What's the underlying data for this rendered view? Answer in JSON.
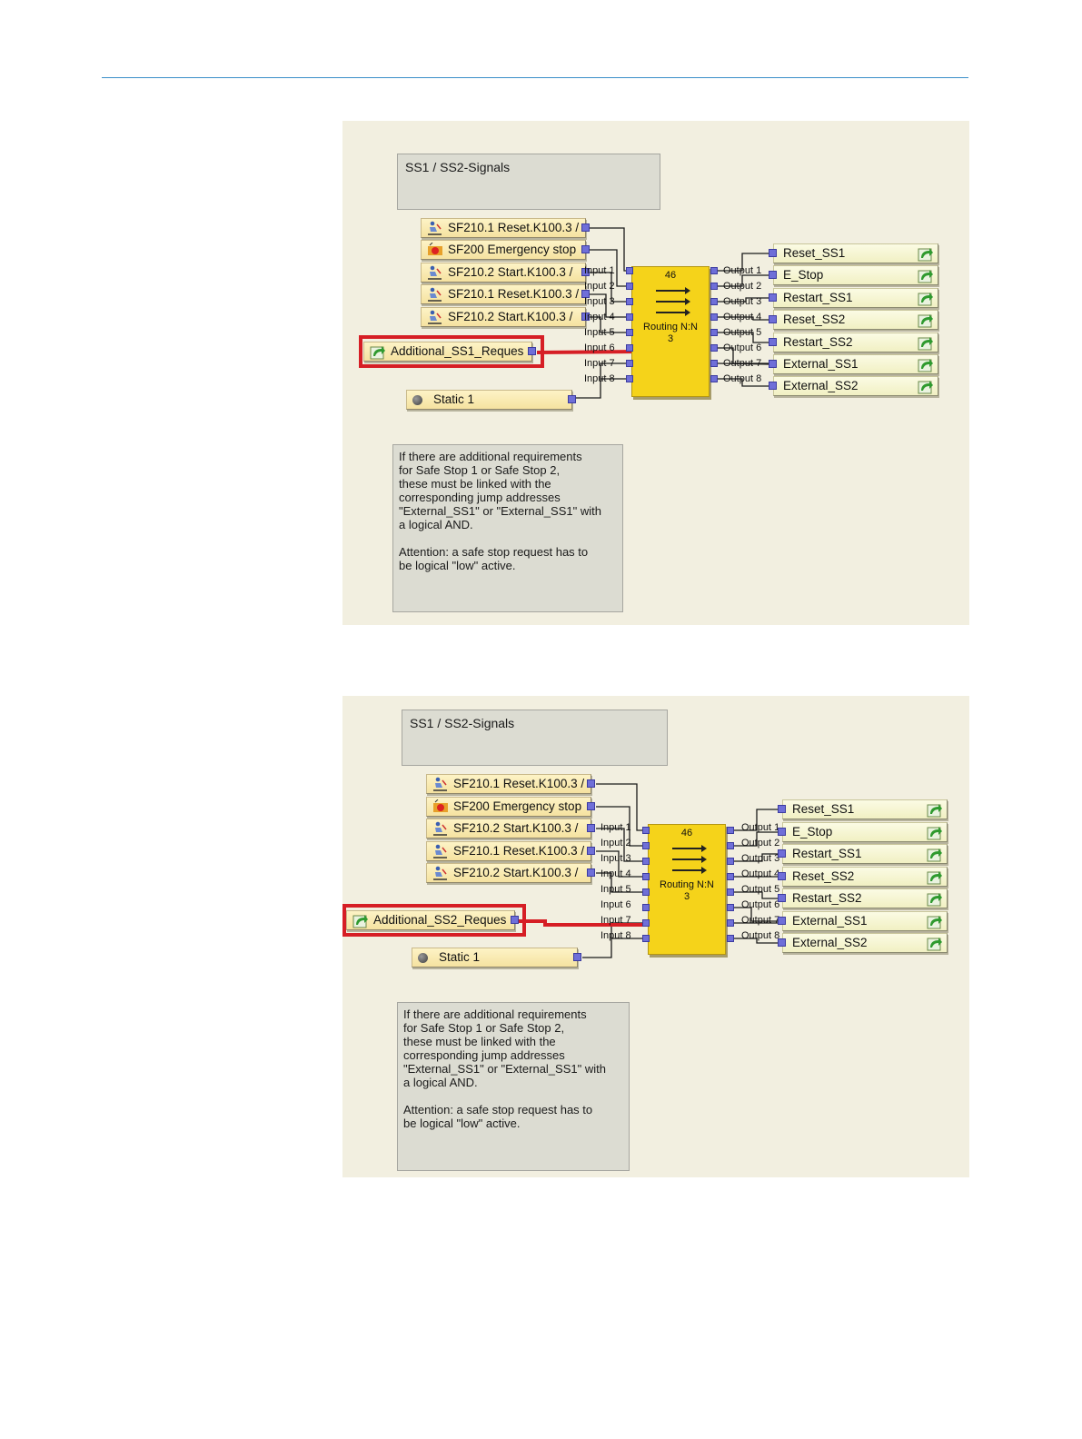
{
  "diagrams": [
    {
      "group_title": "SS1 / SS2-Signals",
      "inputs": [
        "SF210.1 Reset.K100.3 /",
        "SF200 Emergency stop",
        "SF210.2 Start.K100.3 /",
        "SF210.1 Reset.K100.3 /",
        "SF210.2 Start.K100.3 /"
      ],
      "additional": "Additional_SS1_Reques",
      "static": "Static 1",
      "block_number": "46",
      "block_name": "Routing N:N",
      "block_sub": "3",
      "input_ports": [
        "Input 1",
        "Input 2",
        "Input 3",
        "Input 4",
        "Input 5",
        "Input 6",
        "Input 7",
        "Input 8"
      ],
      "output_ports": [
        "Output 1",
        "Output 2",
        "Output 3",
        "Output 4",
        "Output 5",
        "Output 6",
        "Output 7",
        "Output 8"
      ],
      "outputs": [
        "Reset_SS1",
        "E_Stop",
        "Restart_SS1",
        "Reset_SS2",
        "Restart_SS2",
        "External_SS1",
        "External_SS2"
      ],
      "comment": "If there are additional requirements\nfor Safe Stop 1 or Safe Stop 2,\nthese must be linked with the\ncorresponding jump addresses\n\"External_SS1\" or \"External_SS1\" with\na logical AND.\n\nAttention: a safe stop request has to\nbe logical \"low\" active."
    },
    {
      "group_title": "SS1 / SS2-Signals",
      "inputs": [
        "SF210.1 Reset.K100.3 /",
        "SF200 Emergency stop",
        "SF210.2 Start.K100.3 /",
        "SF210.1 Reset.K100.3 /",
        "SF210.2 Start.K100.3 /"
      ],
      "additional": "Additional_SS2_Reques",
      "static": "Static 1",
      "block_number": "46",
      "block_name": "Routing N:N",
      "block_sub": "3",
      "input_ports": [
        "Input 1",
        "Input 2",
        "Input 3",
        "Input 4",
        "Input 5",
        "Input 6",
        "Input 7",
        "Input 8"
      ],
      "output_ports": [
        "Output 1",
        "Output 2",
        "Output 3",
        "Output 4",
        "Output 5",
        "Output 6",
        "Output 7",
        "Output 8"
      ],
      "outputs": [
        "Reset_SS1",
        "E_Stop",
        "Restart_SS1",
        "Reset_SS2",
        "Restart_SS2",
        "External_SS1",
        "External_SS2"
      ],
      "comment": "If there are additional requirements\nfor Safe Stop 1 or Safe Stop 2,\nthese must be linked with the\ncorresponding jump addresses\n\"External_SS1\" or \"External_SS1\" with\na logical AND.\n\nAttention: a safe stop request has to\nbe logical \"low\" active."
    }
  ],
  "colors": {
    "canvas": "#f2efe0",
    "block": "#f5d31a",
    "highlight": "#d61e25",
    "wire": "#1a1a1a",
    "port": "#6f6fd8",
    "rule": "#3a8fc9"
  },
  "icons": {
    "reset_start": "person-switch-icon",
    "emergency": "emergency-stop-icon",
    "jump": "green-jump-arrow-icon",
    "static": "grey-dot-icon",
    "routing": "routing-arrows-icon"
  }
}
